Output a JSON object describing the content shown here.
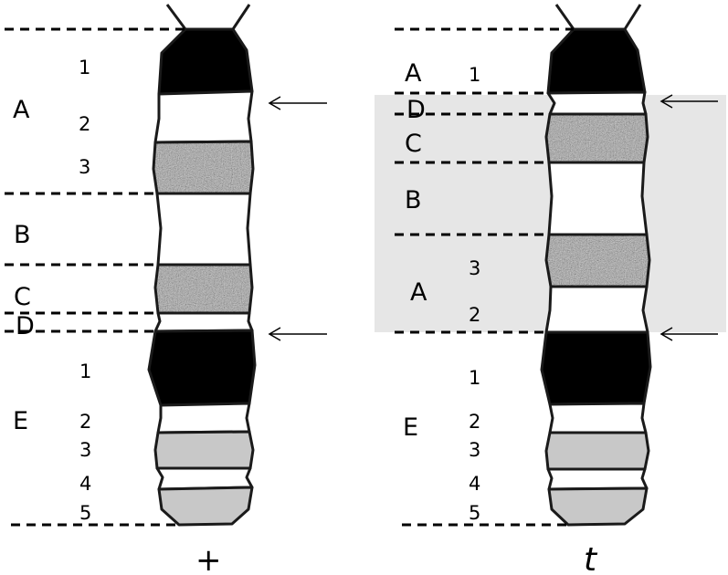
{
  "diagram": {
    "left_chromosome": {
      "regions": [
        "A",
        "B",
        "C",
        "D",
        "E"
      ],
      "a_numbers": [
        "1",
        "2",
        "3"
      ],
      "e_numbers": [
        "1",
        "2",
        "3",
        "4",
        "5"
      ],
      "footer": "+"
    },
    "right_chromosome": {
      "regions_top": [
        "A",
        "D",
        "C",
        "B",
        "A",
        "E"
      ],
      "a_top_number": "1",
      "a_inverted_numbers": [
        "3",
        "2"
      ],
      "e_numbers": [
        "1",
        "2",
        "3",
        "4",
        "5"
      ],
      "footer": "t"
    },
    "colors": {
      "highlight": "#e6e6e6",
      "black_band": "#000000",
      "stippled_band": "#a6a6a6",
      "light_gray_band": "#c8c8c8",
      "outline": "#1a1a1a"
    }
  }
}
